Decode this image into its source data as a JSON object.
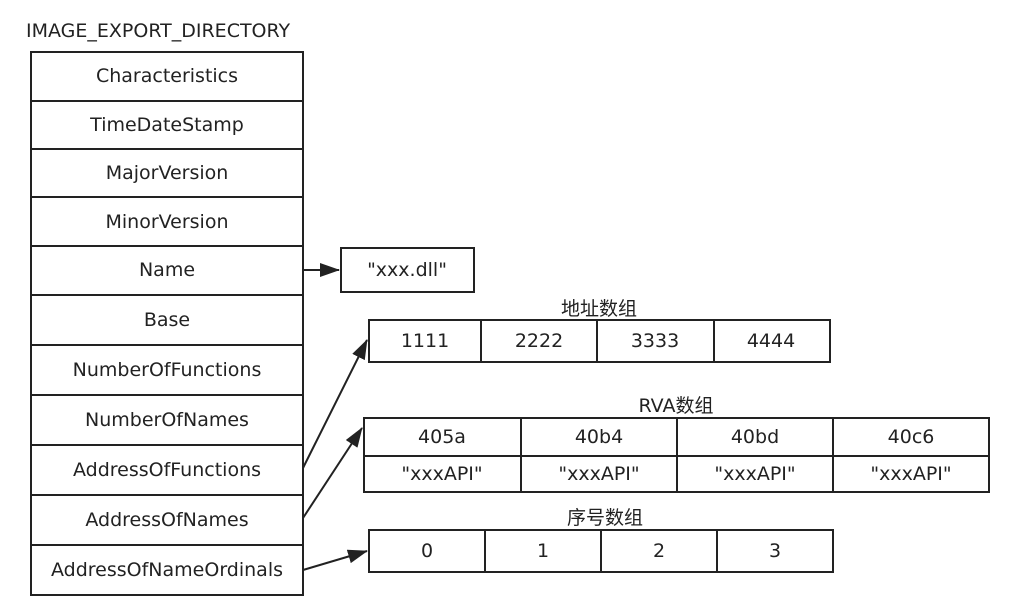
{
  "struct": {
    "title": "IMAGE_EXPORT_DIRECTORY",
    "fields": [
      "Characteristics",
      "TimeDateStamp",
      "MajorVersion",
      "MinorVersion",
      "Name",
      "Base",
      "NumberOfFunctions",
      "NumberOfNames",
      "AddressOfFunctions",
      "AddressOfNames",
      "AddressOfNameOrdinals"
    ]
  },
  "name_box": {
    "value": "\"xxx.dll\""
  },
  "address_array": {
    "title": "地址数组",
    "values": [
      "1111",
      "2222",
      "3333",
      "4444"
    ]
  },
  "rva_array": {
    "title": "RVA数组",
    "values": [
      "405a",
      "40b4",
      "40bd",
      "40c6"
    ],
    "names": [
      "\"xxxAPI\"",
      "\"xxxAPI\"",
      "\"xxxAPI\"",
      "\"xxxAPI\""
    ]
  },
  "ordinal_array": {
    "title": "序号数组",
    "values": [
      "0",
      "1",
      "2",
      "3"
    ]
  },
  "arrows": [
    {
      "from": "Name",
      "to": "name_box"
    },
    {
      "from": "AddressOfFunctions",
      "to": "address_array"
    },
    {
      "from": "AddressOfNames",
      "to": "rva_array"
    },
    {
      "from": "AddressOfNameOrdinals",
      "to": "ordinal_array"
    }
  ]
}
